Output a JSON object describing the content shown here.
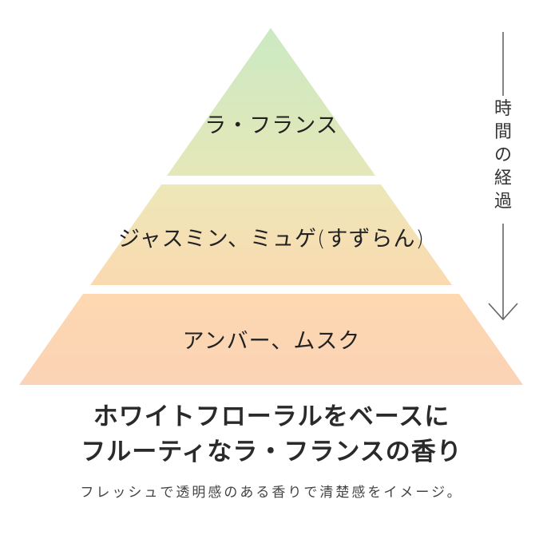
{
  "pyramid": {
    "tiers": [
      {
        "label": "ラ・フランス",
        "note_level": "top",
        "color_top": "#cbe9c3",
        "color_bottom": "#e5e8b8"
      },
      {
        "label": "ジャスミン、ミュゲ(すずらん)",
        "note_level": "middle",
        "color_top": "#ece8b8",
        "color_bottom": "#fbd9b0"
      },
      {
        "label": "アンバー、ムスク",
        "note_level": "base",
        "color_top": "#fdd8b0",
        "color_bottom": "#fbd3b6"
      }
    ]
  },
  "timeline": {
    "label_chars": [
      "時",
      "間",
      "の",
      "経",
      "過"
    ],
    "label": "時間の経過",
    "direction": "down",
    "color": "#666666"
  },
  "caption": {
    "headline_line1": "ホワイトフローラルをベースに",
    "headline_line2": "フルーティなラ・フランスの香り",
    "subline": "フレッシュで透明感のある香りで清楚感をイメージ。"
  }
}
